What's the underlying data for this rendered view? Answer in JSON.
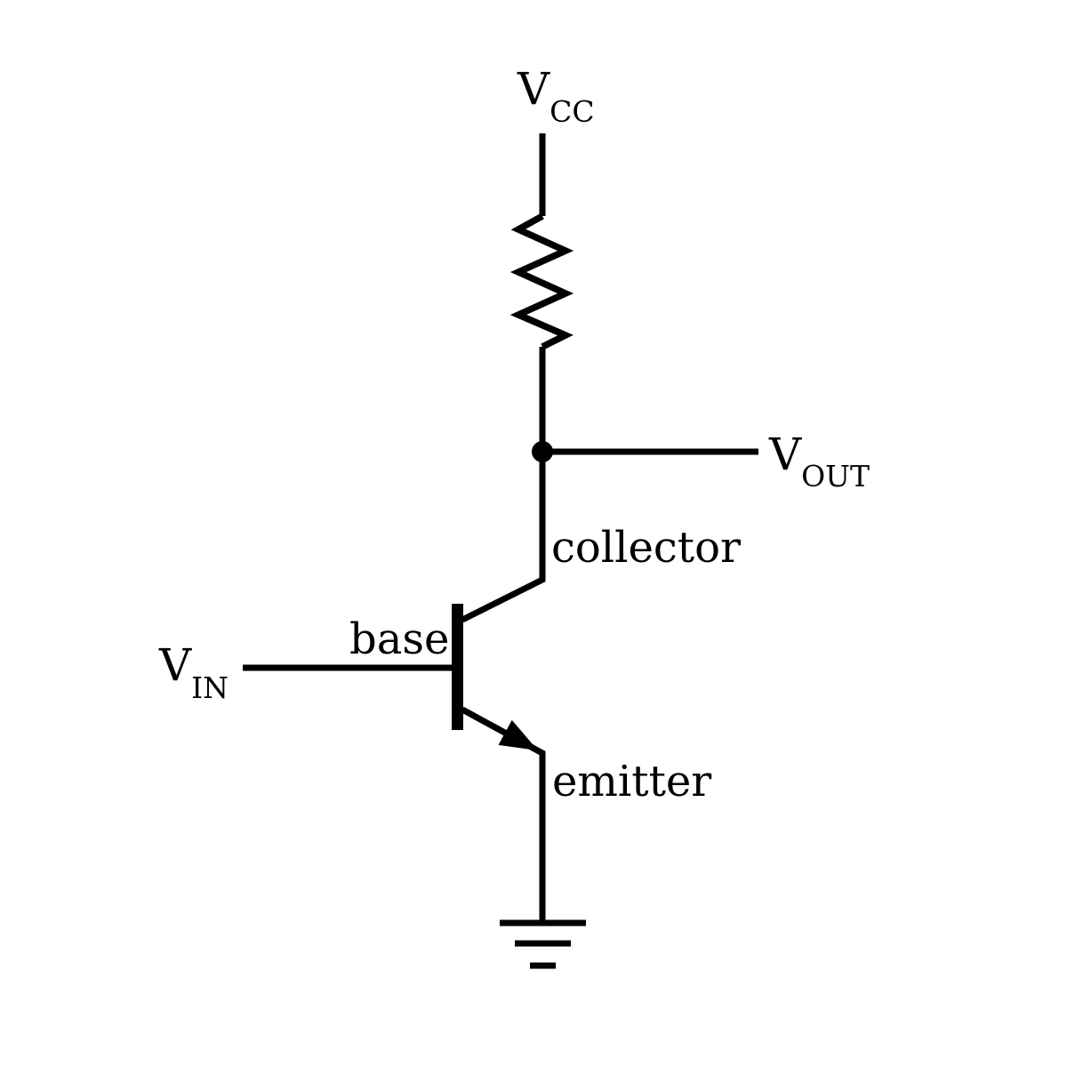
{
  "scene": {
    "background_color": "#ffffff",
    "wire_color": "#000000",
    "text_color": "#000000"
  },
  "components": {
    "resistor_icon": "resistor-zigzag-symbol",
    "transistor_icon": "npn-bjt-transistor-symbol",
    "ground_icon": "earth-ground-symbol",
    "junction_icon": "junction-dot"
  },
  "labels": {
    "vcc": {
      "main": "V",
      "sub": "CC"
    },
    "vout": {
      "main": "V",
      "sub": "OUT"
    },
    "vin": {
      "main": "V",
      "sub": "IN"
    },
    "collector": "collector",
    "base": "base",
    "emitter": "emitter"
  }
}
